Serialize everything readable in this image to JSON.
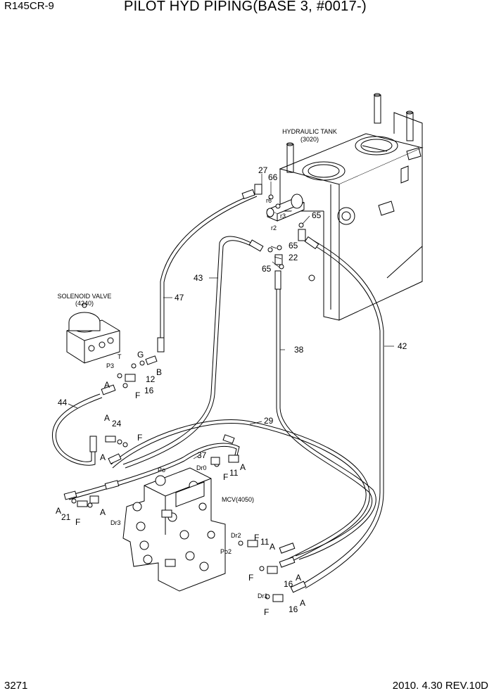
{
  "header": {
    "model": "R145CR-9",
    "title": "PILOT HYD PIPING(BASE 3, #0017-)"
  },
  "footer": {
    "page_number": "3271",
    "revision": "2010. 4.30  REV.10D"
  },
  "components": {
    "tank_name": "HYDRAULIC TANK",
    "tank_code": "(3020)",
    "solenoid_name": "SOLENOID VALVE",
    "solenoid_code": "(4240)",
    "mcv": "MCV(4050)"
  },
  "parts": {
    "p27": "27",
    "p66": "66",
    "p65a": "65",
    "p65b": "65",
    "p65c": "65",
    "p22": "22",
    "p43": "43",
    "p47": "47",
    "p38": "38",
    "p42": "42",
    "p44": "44",
    "p29": "29",
    "p37": "37",
    "p24": "24",
    "p12": "12",
    "p16a": "16",
    "p11a": "11",
    "p21": "21",
    "p11b": "11",
    "p16b": "16",
    "p16c": "16"
  },
  "ports": {
    "r6": "r6",
    "r3": "r3",
    "r2": "r2",
    "G": "G",
    "T": "T",
    "P3": "P3",
    "B": "B",
    "A1": "A",
    "F1": "F",
    "A2": "A",
    "F2": "F",
    "A3": "A",
    "Po": "Po",
    "Dr0": "Dr0",
    "F3": "F",
    "A4": "A",
    "A5": "A",
    "F4": "F",
    "A6": "A",
    "Dr3": "Dr3",
    "Dr2": "Dr2",
    "F5": "F",
    "A7": "A",
    "Po2": "Po2",
    "F6": "F",
    "A8": "A",
    "Dr1": "Dr1",
    "F7": "F",
    "A9": "A"
  }
}
